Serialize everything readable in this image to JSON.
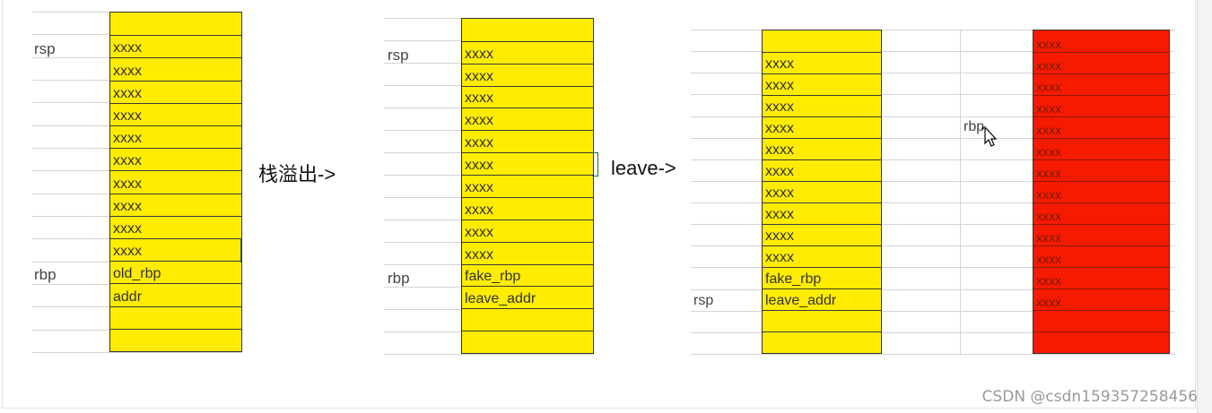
{
  "colors": {
    "yellow": "#ffec00",
    "red": "#f51a00"
  },
  "panel1": {
    "label_rsp": "rsp",
    "label_rbp": "rbp",
    "cells": [
      "",
      "xxxx",
      "xxxx",
      "xxxx",
      "xxxx",
      "xxxx",
      "xxxx",
      "xxxx",
      "xxxx",
      "xxxx",
      "xxxx",
      "old_rbp",
      "addr",
      "",
      ""
    ]
  },
  "arrow1": {
    "text": "栈溢出->"
  },
  "panel2": {
    "label_rsp": "rsp",
    "label_rbp": "rbp",
    "cells": [
      "",
      "xxxx",
      "xxxx",
      "xxxx",
      "xxxx",
      "xxxx",
      "xxxx",
      "xxxx",
      "xxxx",
      "xxxx",
      "xxxx",
      "fake_rbp",
      "leave_addr",
      "",
      ""
    ]
  },
  "arrow2": {
    "text": "leave->"
  },
  "panel3": {
    "label_rsp": "rsp",
    "cells": [
      "",
      "xxxx",
      "xxxx",
      "xxxx",
      "xxxx",
      "xxxx",
      "xxxx",
      "xxxx",
      "xxxx",
      "xxxx",
      "xxxx",
      "fake_rbp",
      "leave_addr",
      "",
      ""
    ]
  },
  "panel4": {
    "label_rbp": "rbp",
    "cells": [
      "xxxx",
      "xxxx",
      "xxxx",
      "xxxx",
      "xxxx",
      "xxxx",
      "xxxx",
      "xxxx",
      "xxxx",
      "xxxx",
      "xxxx",
      "xxxx",
      "xxxx",
      "",
      ""
    ]
  },
  "watermark": "CSDN @csdn159357258456"
}
